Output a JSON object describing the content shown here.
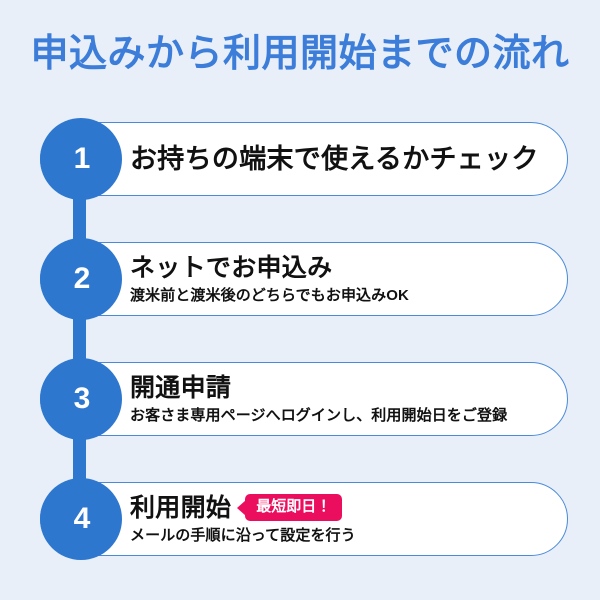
{
  "page": {
    "background_color": "#e8eff9",
    "title": "申込みから利用開始までの流れ",
    "title_color": "#3b7dd8"
  },
  "theme": {
    "accent_blue": "#2e77ce",
    "card_border": "#4a8ada",
    "card_background": "#ffffff",
    "badge_pink": "#ec0e5e",
    "text_color": "#111111"
  },
  "steps": [
    {
      "number": "1",
      "headline": "お持ちの端末で使えるかチェック",
      "subline": "",
      "badge": ""
    },
    {
      "number": "2",
      "headline": "ネットでお申込み",
      "subline": "渡米前と渡米後のどちらでもお申込みOK",
      "badge": ""
    },
    {
      "number": "3",
      "headline": "開通申請",
      "subline": "お客さま専用ページへログインし、利用開始日をご登録",
      "badge": ""
    },
    {
      "number": "4",
      "headline": "利用開始",
      "subline": "メールの手順に沿って設定を行う",
      "badge": "最短即日！"
    }
  ]
}
